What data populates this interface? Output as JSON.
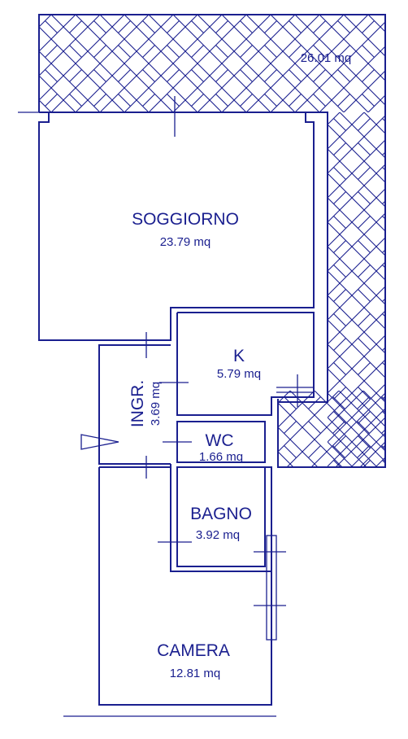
{
  "rooms": {
    "terrace": {
      "area": "26.01 mq"
    },
    "living": {
      "name": "SOGGIORNO",
      "area": "23.79 mq"
    },
    "kitchen": {
      "name": "K",
      "area": "5.79 mq"
    },
    "entrance": {
      "name": "INGR.",
      "area": "3.69 mq"
    },
    "wc": {
      "name": "WC",
      "area": "1.66 mq"
    },
    "bath": {
      "name": "BAGNO",
      "area": "3.92 mq"
    },
    "bedroom": {
      "name": "CAMERA",
      "area": "12.81 mq"
    }
  },
  "colors": {
    "line": "#1a1f8f",
    "background": "#ffffff"
  }
}
